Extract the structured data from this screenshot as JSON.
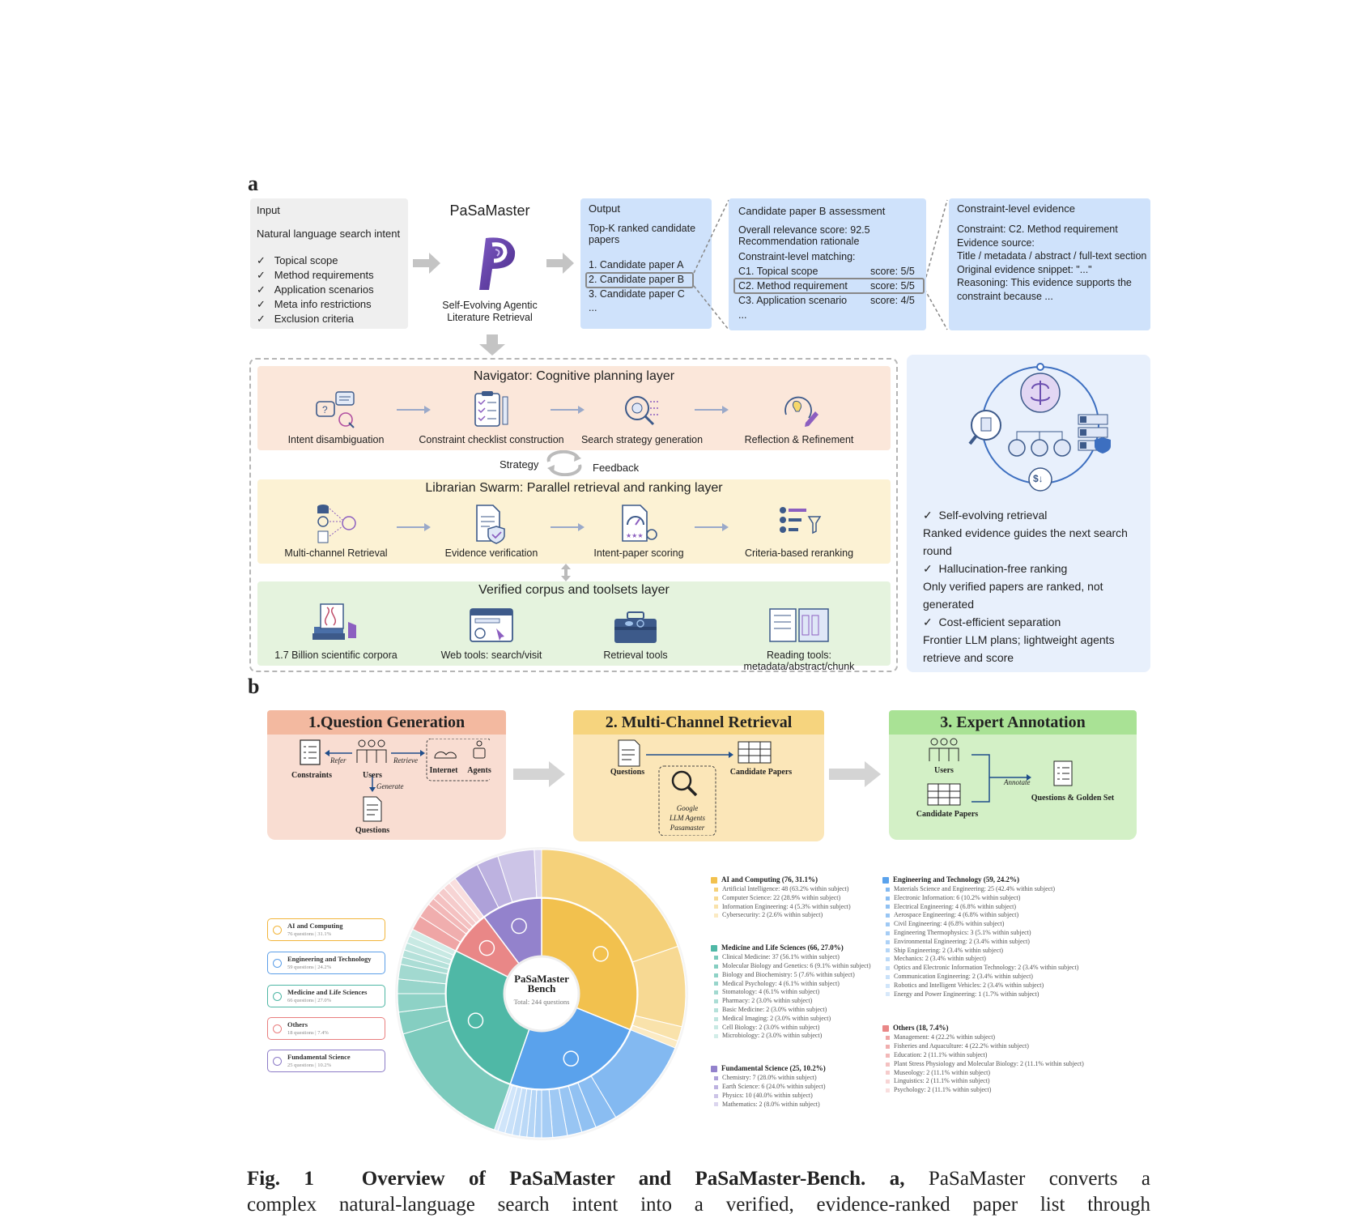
{
  "panel_a": {
    "label": "a",
    "input": {
      "title": "Input",
      "subtitle": "Natural language search intent",
      "items": [
        "Topical scope",
        "Method requirements",
        "Application scenarios",
        "Meta info restrictions",
        "Exclusion criteria"
      ]
    },
    "pasamaster": {
      "title": "PaSaMaster",
      "subtitle_1": "Self-Evolving Agentic",
      "subtitle_2": "Literature Retrieval"
    },
    "output": {
      "title": "Output",
      "desc": "Top-K ranked candidate papers",
      "items": [
        "1. Candidate paper A",
        "2. Candidate paper B",
        "3. Candidate paper C",
        "..."
      ]
    },
    "assessment": {
      "title": "Candidate paper B assessment",
      "score": "Overall relevance score: 92.5",
      "rationale": "Recommendation rationale",
      "matching": "Constraint-level matching:",
      "rows": [
        {
          "name": "C1. Topical scope",
          "score": "score: 5/5"
        },
        {
          "name": "C2. Method requirement",
          "score": "score: 5/5"
        },
        {
          "name": "C3. Application scenario",
          "score": "score: 4/5"
        }
      ],
      "more": "..."
    },
    "evidence": {
      "title": "Constraint-level evidence",
      "lines": [
        "Constraint: C2. Method requirement",
        "Evidence source:",
        "Title / metadata / abstract / full-text section",
        "Original evidence snippet: \"...\"",
        "Reasoning: This evidence supports the constraint because ..."
      ]
    },
    "navigator": {
      "title": "Navigator:  Cognitive planning layer",
      "steps": [
        "Intent disambiguation",
        "Constraint checklist construction",
        "Search strategy generation",
        "Reflection & Refinement"
      ]
    },
    "strategy_label": "Strategy",
    "feedback_label": "Feedback",
    "librarian": {
      "title": "Librarian Swarm:  Parallel retrieval and ranking layer",
      "steps": [
        "Multi-channel Retrieval",
        "Evidence verification",
        "Intent-paper scoring",
        "Criteria-based reranking"
      ]
    },
    "corpus": {
      "title": "Verified corpus and toolsets layer",
      "steps": [
        "1.7 Billion scientific corpora",
        "Web tools: search/visit",
        "Retrieval tools",
        "Reading tools: metadata/abstract/chunk"
      ]
    },
    "features": [
      {
        "title": "Self-evolving retrieval",
        "desc": "Ranked evidence guides the next search round"
      },
      {
        "title": "Hallucination-free ranking",
        "desc": "Only verified papers are ranked, not generated"
      },
      {
        "title": "Cost-efficient separation",
        "desc": "Frontier LLM plans; lightweight agents retrieve and score"
      }
    ]
  },
  "panel_b": {
    "label": "b",
    "stage1": {
      "title": "1.Question Generation",
      "constraints": "Constraints",
      "users": "Users",
      "internet": "Internet",
      "agents": "Agents",
      "refer": "Refer",
      "retrieve": "Retrieve",
      "generate": "Generate",
      "questions": "Questions"
    },
    "stage2": {
      "title": "2. Multi-Channel Retrieval",
      "questions": "Questions",
      "candidate": "Candidate Papers",
      "tools": [
        "Google",
        "LLM Agents",
        "Pasamaster"
      ]
    },
    "stage3": {
      "title": "3. Expert Annotation",
      "users": "Users",
      "candidate": "Candidate Papers",
      "annotate": "Annotate",
      "golden": "Questions & Golden Set"
    },
    "center_title_1": "PaSaMaster",
    "center_title_2": "Bench",
    "center_total": "Total: 244 questions",
    "pills": [
      {
        "name": "AI and Computing",
        "sub": "76 questions | 31.1%",
        "color": "#f2b53a"
      },
      {
        "name": "Engineering and Technology",
        "sub": "59 questions | 24.2%",
        "color": "#5b9ee8"
      },
      {
        "name": "Medicine and Life Sciences",
        "sub": "66 questions | 27.0%",
        "color": "#4db6a4"
      },
      {
        "name": "Others",
        "sub": "18 questions | 7.4%",
        "color": "#e97e7e"
      },
      {
        "name": "Fundamental Science",
        "sub": "25 questions | 10.2%",
        "color": "#8c7bc7"
      }
    ]
  },
  "chart_data": {
    "type": "pie",
    "title": "PaSaMaster Bench",
    "total": 244,
    "groups": [
      {
        "name": "AI and Computing",
        "count": 76,
        "percent": 31.1,
        "color": "#f2c14e",
        "children": [
          {
            "name": "Artificial Intelligence",
            "count": 48,
            "pct": 63.2
          },
          {
            "name": "Computer Science",
            "count": 22,
            "pct": 28.9
          },
          {
            "name": "Information Engineering",
            "count": 4,
            "pct": 5.3
          },
          {
            "name": "Cybersecurity",
            "count": 2,
            "pct": 2.6
          }
        ]
      },
      {
        "name": "Engineering and Technology",
        "count": 59,
        "percent": 24.2,
        "color": "#5aa2ec",
        "children": [
          {
            "name": "Materials Science and Engineering",
            "count": 25,
            "pct": 42.4
          },
          {
            "name": "Electronic Information",
            "count": 6,
            "pct": 10.2
          },
          {
            "name": "Electrical Engineering",
            "count": 4,
            "pct": 6.8
          },
          {
            "name": "Aerospace Engineering",
            "count": 4,
            "pct": 6.8
          },
          {
            "name": "Civil Engineering",
            "count": 4,
            "pct": 6.8
          },
          {
            "name": "Engineering Thermophysics",
            "count": 3,
            "pct": 5.1
          },
          {
            "name": "Environmental Engineering",
            "count": 2,
            "pct": 3.4
          },
          {
            "name": "Ship Engineering",
            "count": 2,
            "pct": 3.4
          },
          {
            "name": "Mechanics",
            "count": 2,
            "pct": 3.4
          },
          {
            "name": "Optics and Electronic Information Technology",
            "count": 2,
            "pct": 3.4
          },
          {
            "name": "Communication Engineering",
            "count": 2,
            "pct": 3.4
          },
          {
            "name": "Robotics and Intelligent Vehicles",
            "count": 2,
            "pct": 3.4
          },
          {
            "name": "Energy and Power Engineering",
            "count": 1,
            "pct": 1.7
          }
        ]
      },
      {
        "name": "Medicine and Life Sciences",
        "count": 66,
        "percent": 27.0,
        "color": "#4fb8a6",
        "children": [
          {
            "name": "Clinical Medicine",
            "count": 37,
            "pct": 56.1
          },
          {
            "name": "Molecular Biology and Genetics",
            "count": 6,
            "pct": 9.1
          },
          {
            "name": "Biology and Biochemistry",
            "count": 5,
            "pct": 7.6
          },
          {
            "name": "Medical Psychology",
            "count": 4,
            "pct": 6.1
          },
          {
            "name": "Stomatology",
            "count": 4,
            "pct": 6.1
          },
          {
            "name": "Pharmacy",
            "count": 2,
            "pct": 3.0
          },
          {
            "name": "Basic Medicine",
            "count": 2,
            "pct": 3.0
          },
          {
            "name": "Medical Imaging",
            "count": 2,
            "pct": 3.0
          },
          {
            "name": "Cell Biology",
            "count": 2,
            "pct": 3.0
          },
          {
            "name": "Microbiology",
            "count": 2,
            "pct": 3.0
          }
        ]
      },
      {
        "name": "Others",
        "count": 18,
        "percent": 7.4,
        "color": "#e98787",
        "children": [
          {
            "name": "Management",
            "count": 4,
            "pct": 22.2
          },
          {
            "name": "Fisheries and Aquaculture",
            "count": 4,
            "pct": 22.2
          },
          {
            "name": "Education",
            "count": 2,
            "pct": 11.1
          },
          {
            "name": "Plant Stress Physiology and Molecular Biology",
            "count": 2,
            "pct": 11.1
          },
          {
            "name": "Museology",
            "count": 2,
            "pct": 11.1
          },
          {
            "name": "Linguistics",
            "count": 2,
            "pct": 11.1
          },
          {
            "name": "Psychology",
            "count": 2,
            "pct": 11.1
          }
        ]
      },
      {
        "name": "Fundamental Science",
        "count": 25,
        "percent": 10.2,
        "color": "#9382cc",
        "children": [
          {
            "name": "Chemistry",
            "count": 7,
            "pct": 28.0
          },
          {
            "name": "Earth Science",
            "count": 6,
            "pct": 24.0
          },
          {
            "name": "Physics",
            "count": 10,
            "pct": 40.0
          },
          {
            "name": "Mathematics",
            "count": 2,
            "pct": 8.0
          }
        ]
      }
    ]
  },
  "caption": {
    "fig": "Fig. 1",
    "title": "Overview of PaSaMaster and PaSaMaster-Bench.",
    "a": "a,",
    "line1": "PaSaMaster converts a",
    "line2": "complex natural-language search intent into a verified, evidence-ranked paper list through"
  }
}
